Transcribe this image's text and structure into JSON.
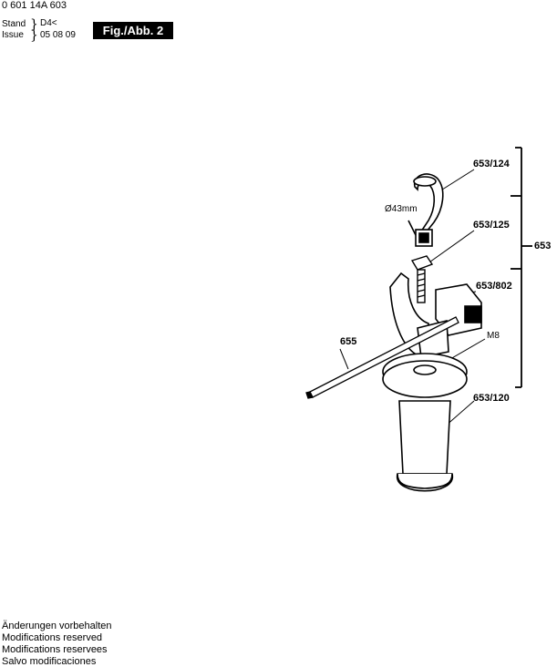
{
  "header": {
    "doc_number": "0 601 14A 603",
    "stand_label": "Stand",
    "issue_label": "Issue",
    "stand_mark": "D4<",
    "issue_date": "05 08 09",
    "figure_badge": "Fig./Abb. 2"
  },
  "diagram": {
    "labels": {
      "p653_124": "653/124",
      "p653_125": "653/125",
      "p653_802": "653/802",
      "p653_120": "653/120",
      "p653": "653",
      "p655": "655",
      "dia": "Ø43mm",
      "m8": "M8"
    }
  },
  "footer": {
    "line1": "Änderungen vorbehalten",
    "line2": "Modifications reserved",
    "line3": "Modifications reservees",
    "line4": "Salvo modificaciones"
  }
}
